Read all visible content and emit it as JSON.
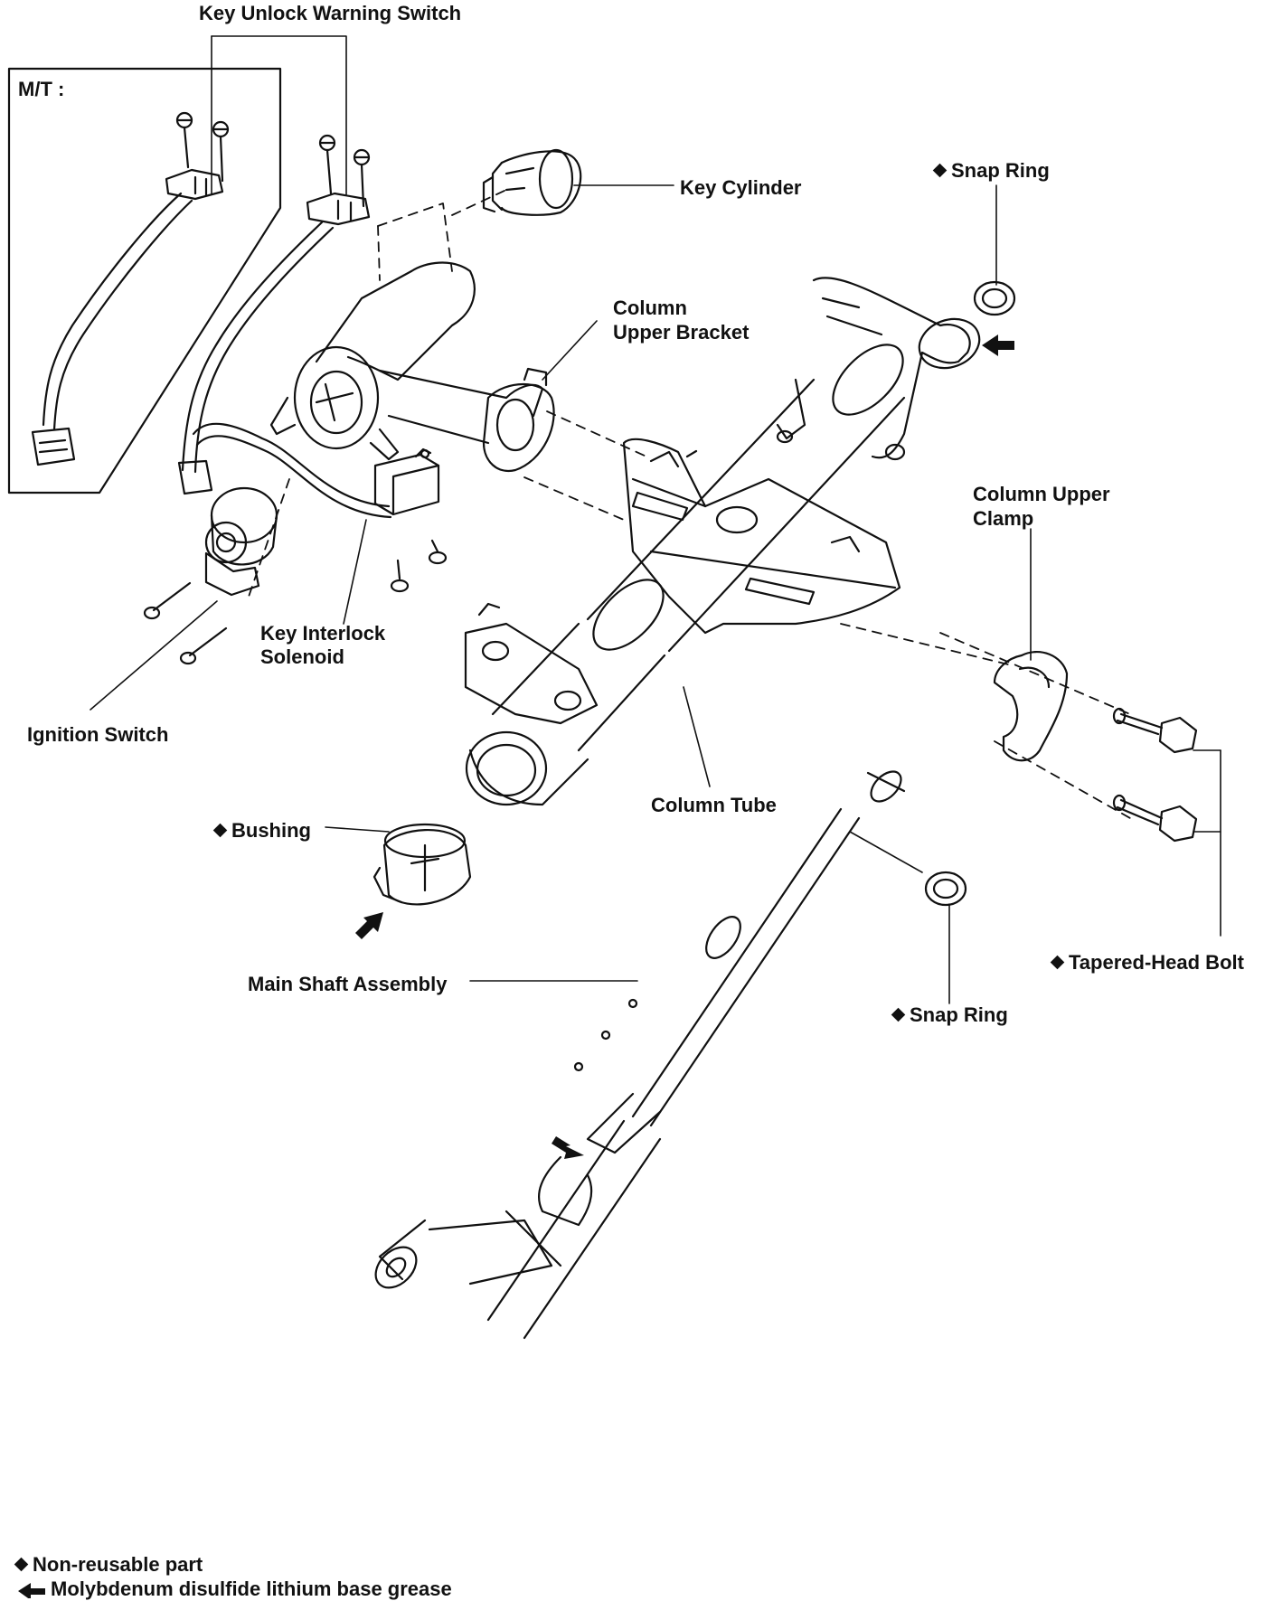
{
  "mt_box_label": "M/T :",
  "labels": {
    "key_unlock_warning_switch": "Key Unlock Warning Switch",
    "key_cylinder": "Key Cylinder",
    "snap_ring_top": "Snap Ring",
    "column_upper_bracket_line1": "Column",
    "column_upper_bracket_line2": "Upper Bracket",
    "column_upper_clamp_line1": "Column Upper",
    "column_upper_clamp_line2": "Clamp",
    "key_interlock_solenoid_line1": "Key Interlock",
    "key_interlock_solenoid_line2": "Solenoid",
    "ignition_switch": "Ignition Switch",
    "column_tube": "Column Tube",
    "bushing": "Bushing",
    "tapered_head_bolt": "Tapered-Head Bolt",
    "main_shaft_assembly": "Main Shaft Assembly",
    "snap_ring_bottom": "Snap Ring"
  },
  "legend": {
    "non_reusable": "Non-reusable part",
    "grease": "Molybdenum disulfide lithium base grease"
  },
  "colors": {
    "ink": "#111111",
    "paper": "#ffffff"
  }
}
